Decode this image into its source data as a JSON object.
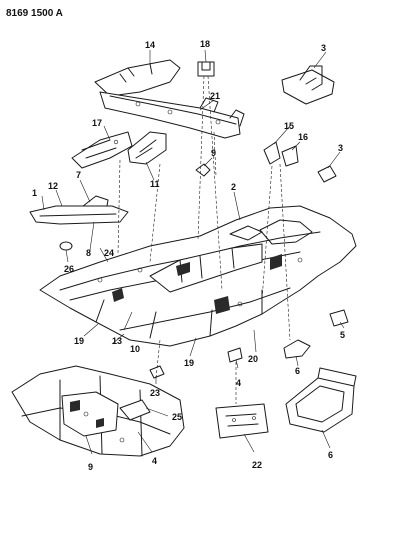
{
  "header": {
    "doc_id": "8169 1500 A"
  },
  "parts": {
    "p1": "1",
    "p2": "2",
    "p3a": "3",
    "p3b": "3",
    "p4a": "4",
    "p4b": "4",
    "p5": "5",
    "p6a": "6",
    "p6b": "6",
    "p7": "7",
    "p8": "8",
    "p9a": "9",
    "p9b": "9",
    "p10": "10",
    "p11": "11",
    "p12": "12",
    "p13": "13",
    "p14": "14",
    "p15": "15",
    "p16": "16",
    "p17": "17",
    "p18": "18",
    "p19a": "19",
    "p19b": "19",
    "p20": "20",
    "p21": "21",
    "p22": "22",
    "p23": "23",
    "p24": "24",
    "p25": "25",
    "p26": "26"
  }
}
